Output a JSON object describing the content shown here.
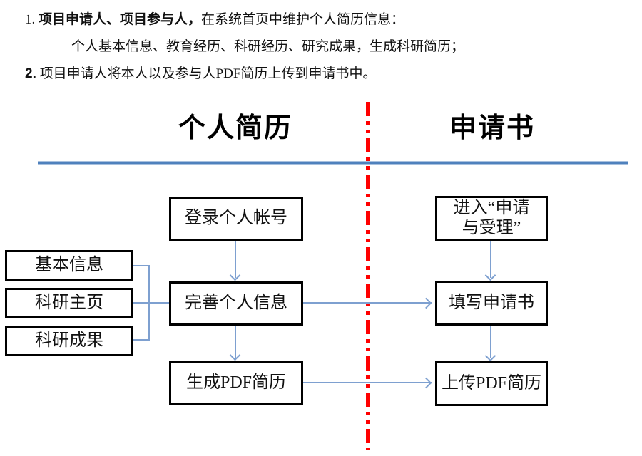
{
  "notes": {
    "item1_number": "1.",
    "item1_bold": "项目申请人、项目参与人，",
    "item1_rest": "在系统首页中维护个人简历信息：",
    "item1_sub": "个人基本信息、教育经历、科研经历、研究成果，生成科研简历；",
    "item2_number": "2.",
    "item2_text": "项目申请人将本人以及参与人PDF简历上传到申请书中。"
  },
  "sections": {
    "left_title": "个人简历",
    "right_title": "申请书"
  },
  "flowchart": {
    "left_side_boxes": {
      "basic_info": "基本信息",
      "research_homepage": "科研主页",
      "research_results": "科研成果"
    },
    "resume_column": {
      "login": "登录个人帐号",
      "complete_info": "完善个人信息",
      "generate_pdf": "生成PDF简历"
    },
    "application_column": {
      "enter_apply_line1": "进入“申请",
      "enter_apply_line2": "与受理”",
      "fill_application": "填写申请书",
      "upload_pdf": "上传PDF简历"
    }
  },
  "colors": {
    "divider_blue": "#4f81bd",
    "connector_blue": "#7ea0d0",
    "divider_red": "#ff0000",
    "box_border": "#000000",
    "text": "#111111"
  }
}
